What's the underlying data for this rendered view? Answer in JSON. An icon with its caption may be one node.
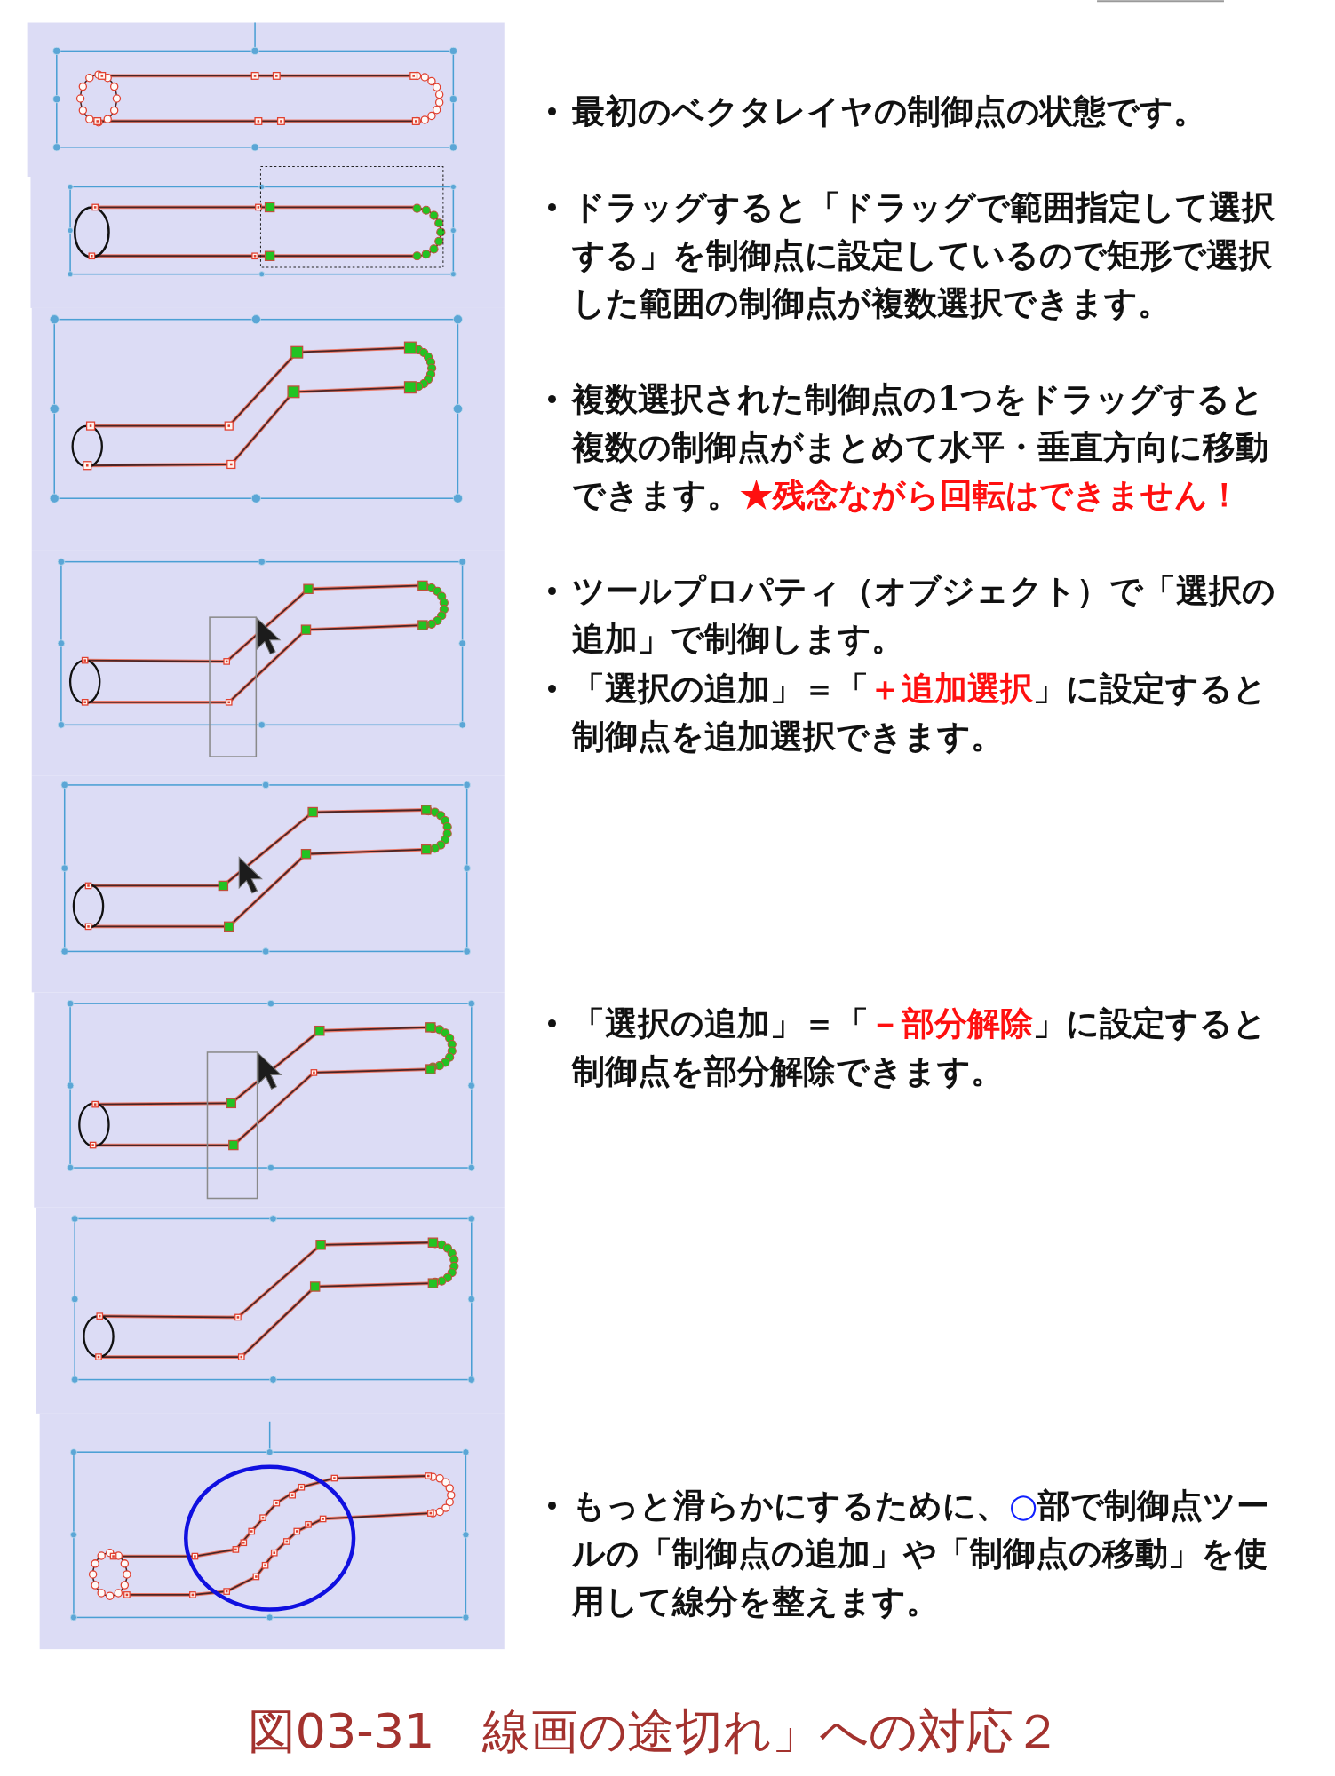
{
  "diagram": {
    "caption": "図03-31　線画の途切れ」への対応２",
    "labels": [
      "最初のベクタレイヤの制御点の状態です。",
      "ドラッグすると「ドラッグで範囲指定して選択する」を制御点に設定しているので矩形で選択した範囲の制御点が複数選択できます。",
      "複数選択された制御点の1つをドラッグすると複数の制御点がまとめて水平・垂直方向に移動できます。**★残念ながら回転はできません！**",
      "ツールプロパティ（オブジェクト）で「選択の追加」で制御します。",
      "「選択の追加」＝「**＋追加選択**」に設定すると制御点を追加選択できます。",
      "「選択の追加」＝「**－部分解除**」に設定すると制御点を部分解除できます。",
      "もっと滑らかにするために、**○**部で制御点ツールの「制御点の追加」や「制御点の移動」を使用して線分を整えます。"
    ]
  }
}
